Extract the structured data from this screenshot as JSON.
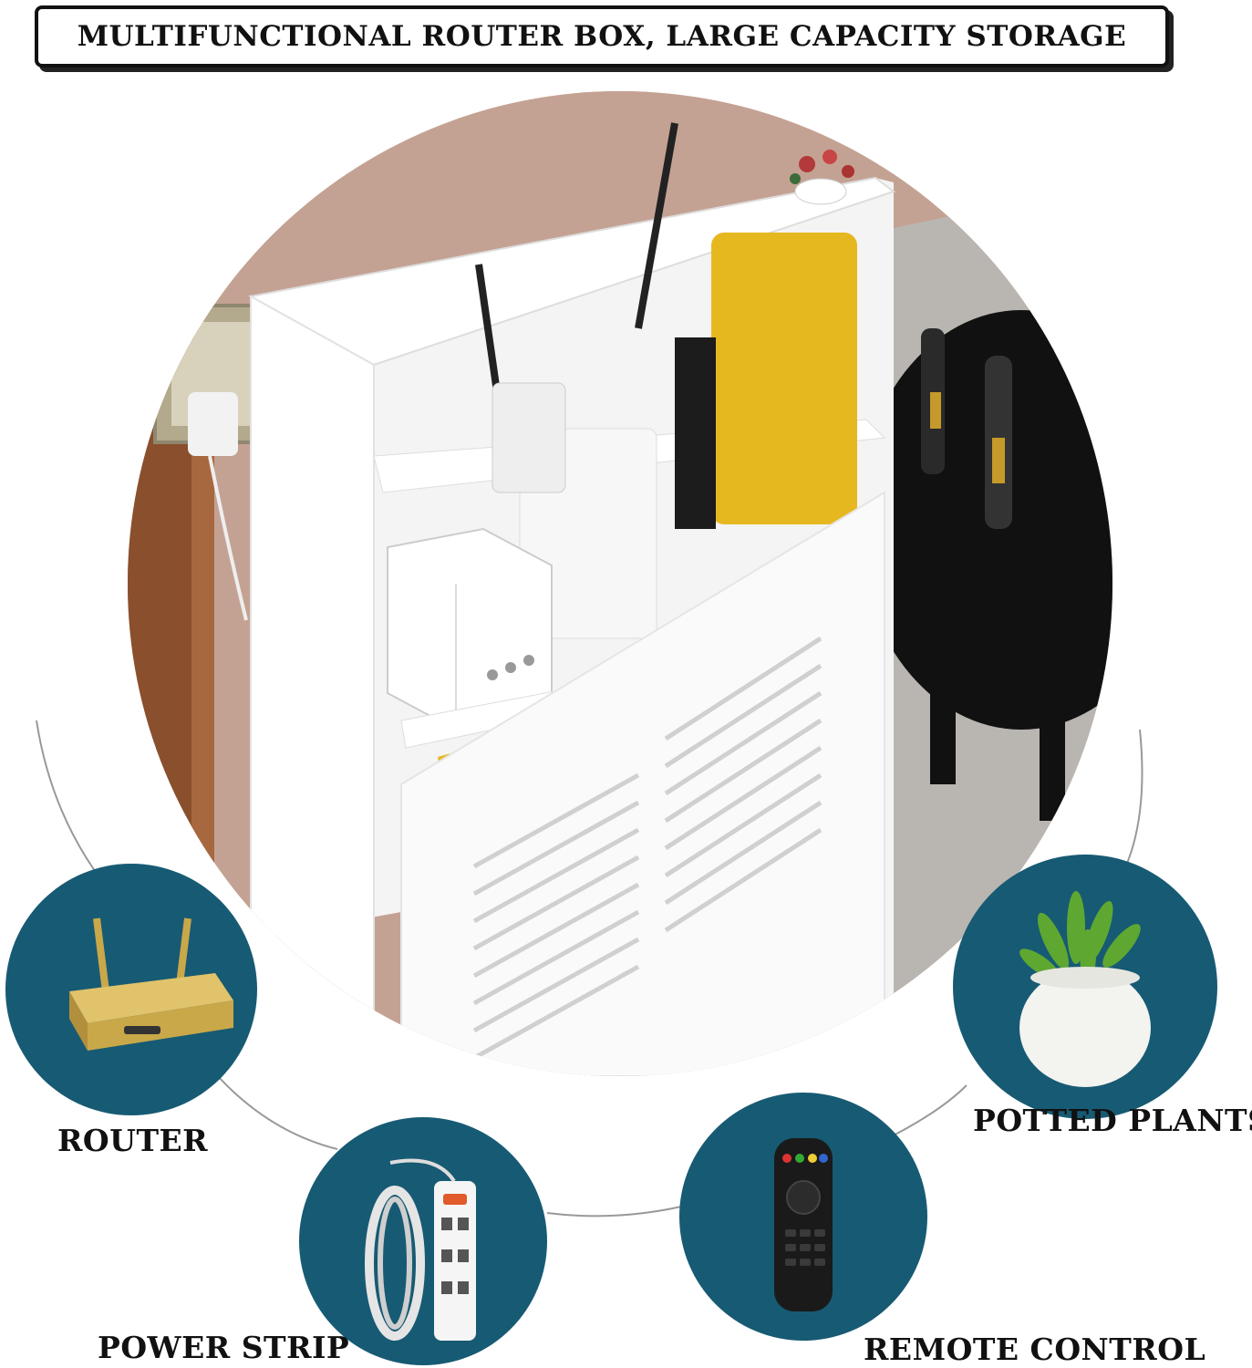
{
  "title": "MULTIFUNCTIONAL ROUTER BOX, LARGE CAPACITY STORAGE",
  "items": [
    {
      "label": "ROUTER",
      "icon": "router-icon"
    },
    {
      "label": "POWER STRIP",
      "icon": "power-strip-icon"
    },
    {
      "label": "REMOTE CONTROL",
      "icon": "remote-control-icon"
    },
    {
      "label": "POTTED PLANTS",
      "icon": "potted-plant-icon"
    }
  ],
  "colors": {
    "badge": "#175a73",
    "wall": "#c9a99a",
    "cabinet": "#ffffff",
    "accent_yellow": "#e6b820"
  }
}
